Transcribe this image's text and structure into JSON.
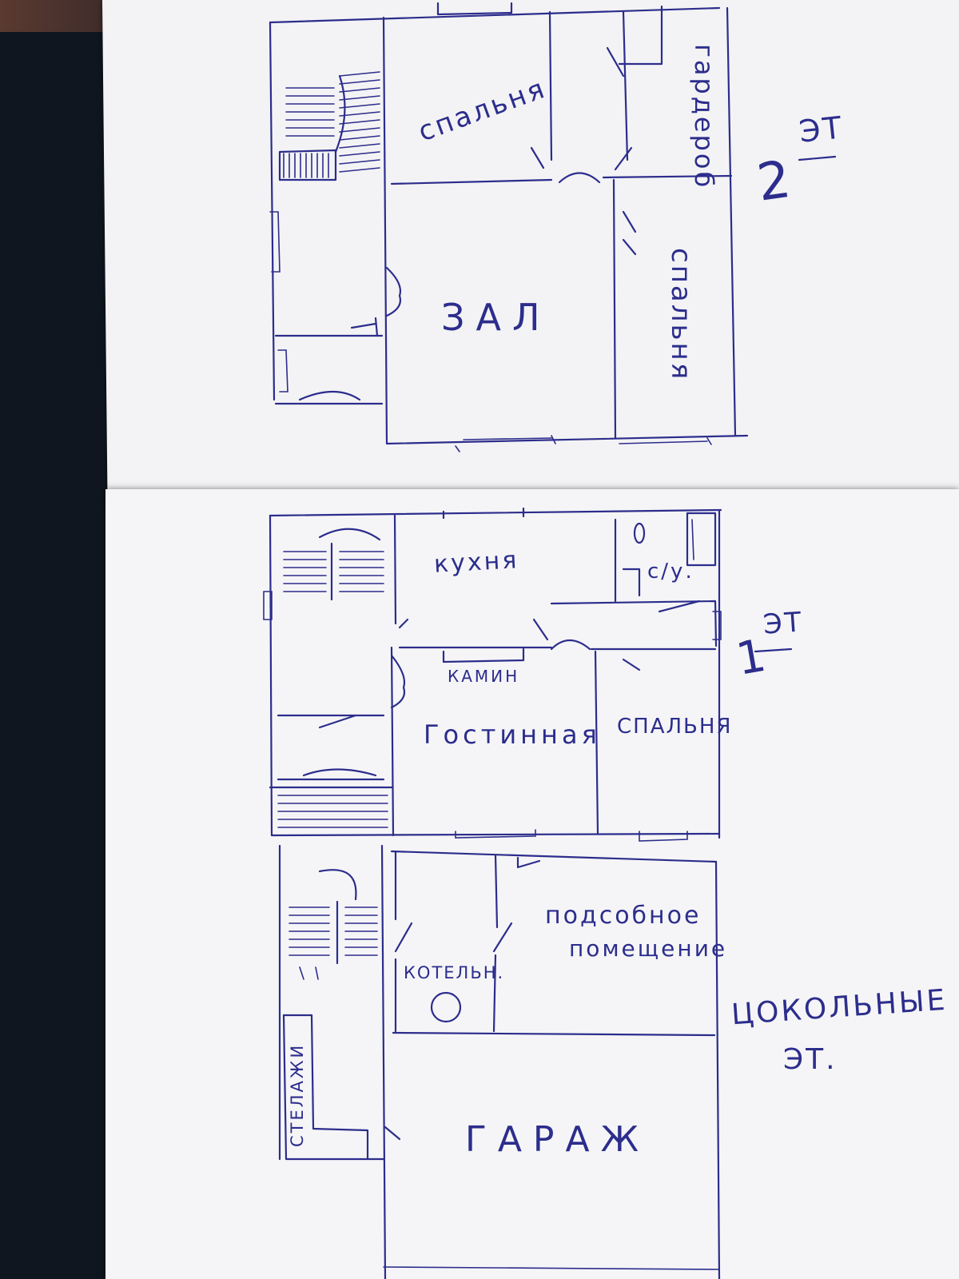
{
  "labels": {
    "bedroom_a": "спальня",
    "wardrobe": "гардероб",
    "floor2_number": "2",
    "floor2_suffix": "ЭТ",
    "hall": "ЗАЛ",
    "bedroom_b": "спальня",
    "kitchen": "кухня",
    "wc": "с/у.",
    "floor1_number": "1",
    "floor1_suffix": "ЭТ",
    "fireplace": "КАМИН",
    "living_room": "Гостинная",
    "bedroom_c": "СПАЛЬНЯ",
    "utility_line1": "подсобное",
    "utility_line2": "помещение",
    "boiler": "КОТЕЛЬН.",
    "shelving": "СТЕЛАЖИ",
    "basement_line1": "ЦОКОЛЬНЫЕ",
    "basement_line2": "ЭТ.",
    "garage": "ГАРАЖ"
  },
  "colors": {
    "ink": "#2c2d8c",
    "paper": "#f3f3f5",
    "background": "#0f1620"
  }
}
